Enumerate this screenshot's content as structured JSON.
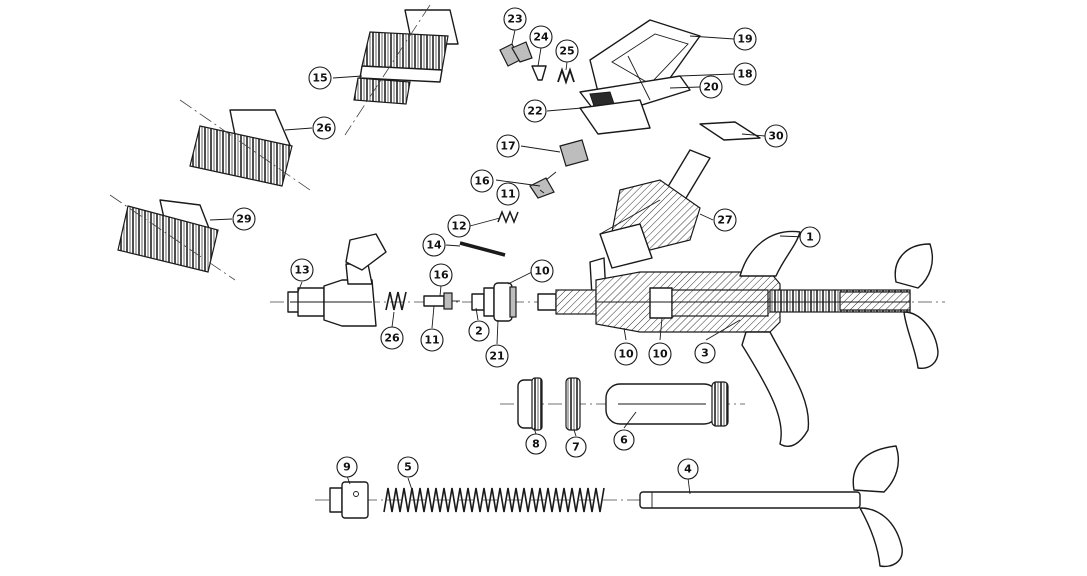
{
  "callouts": [
    {
      "label": "1"
    },
    {
      "label": "2"
    },
    {
      "label": "3"
    },
    {
      "label": "4"
    },
    {
      "label": "5"
    },
    {
      "label": "6"
    },
    {
      "label": "7"
    },
    {
      "label": "8"
    },
    {
      "label": "9"
    },
    {
      "label": "10"
    },
    {
      "label": "10"
    },
    {
      "label": "10"
    },
    {
      "label": "11"
    },
    {
      "label": "11"
    },
    {
      "label": "12"
    },
    {
      "label": "13"
    },
    {
      "label": "14"
    },
    {
      "label": "15"
    },
    {
      "label": "16"
    },
    {
      "label": "16"
    },
    {
      "label": "17"
    },
    {
      "label": "18"
    },
    {
      "label": "19"
    },
    {
      "label": "20"
    },
    {
      "label": "21"
    },
    {
      "label": "22"
    },
    {
      "label": "23"
    },
    {
      "label": "24"
    },
    {
      "label": "25"
    },
    {
      "label": "26"
    },
    {
      "label": "26"
    },
    {
      "label": "27"
    },
    {
      "label": "29"
    },
    {
      "label": "30"
    }
  ]
}
